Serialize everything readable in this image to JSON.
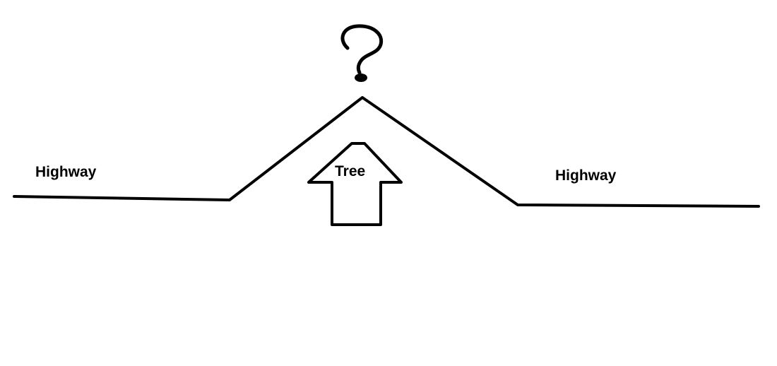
{
  "diagram": {
    "labels": {
      "highway_left": "Highway",
      "highway_right": "Highway",
      "tree": "Tree"
    },
    "question_mark": "?",
    "colors": {
      "background": "#ffffff",
      "ink": "#000000"
    }
  }
}
